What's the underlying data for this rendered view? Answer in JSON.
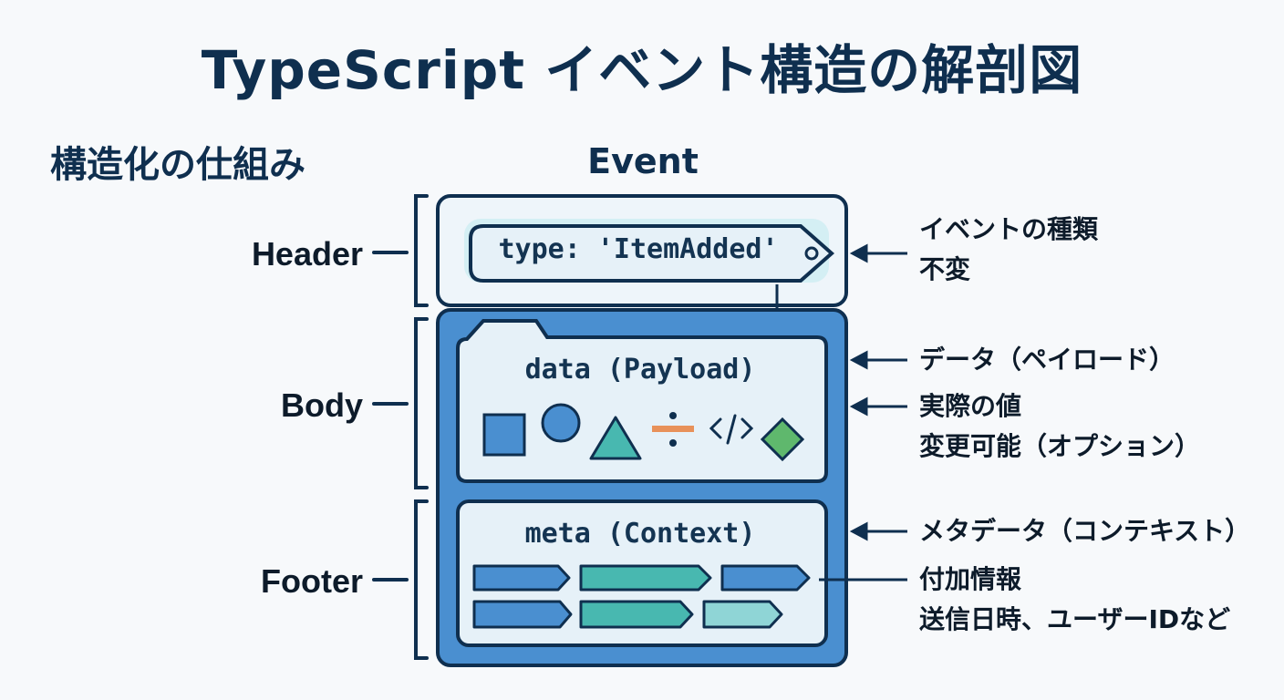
{
  "title": "TypeScript イベント構造の解剖図",
  "subtitle": "構造化の仕組み",
  "event_label": "Event",
  "sections": {
    "header": "Header",
    "body": "Body",
    "footer": "Footer"
  },
  "type_tag": "type: 'ItemAdded'",
  "payload_label": "data (Payload)",
  "meta_label": "meta (Context)",
  "notes": {
    "header": [
      "イベントの種類",
      "不変"
    ],
    "body_top": "データ（ペイロード）",
    "body": [
      "実際の値",
      "変更可能（オプション）"
    ],
    "footer_top": "メタデータ（コンテキスト）",
    "footer": [
      "付加情報",
      "送信日時、ユーザーIDなど"
    ]
  },
  "colors": {
    "navy": "#0f2f4f",
    "blue": "#4a8fd0",
    "light": "#e6f1f8",
    "teal": "#48b8b0",
    "orange": "#e8915a",
    "green": "#5fb86d"
  },
  "icons": [
    "square-icon",
    "circle-icon",
    "triangle-icon",
    "divide-icon",
    "code-icon",
    "diamond-icon"
  ]
}
